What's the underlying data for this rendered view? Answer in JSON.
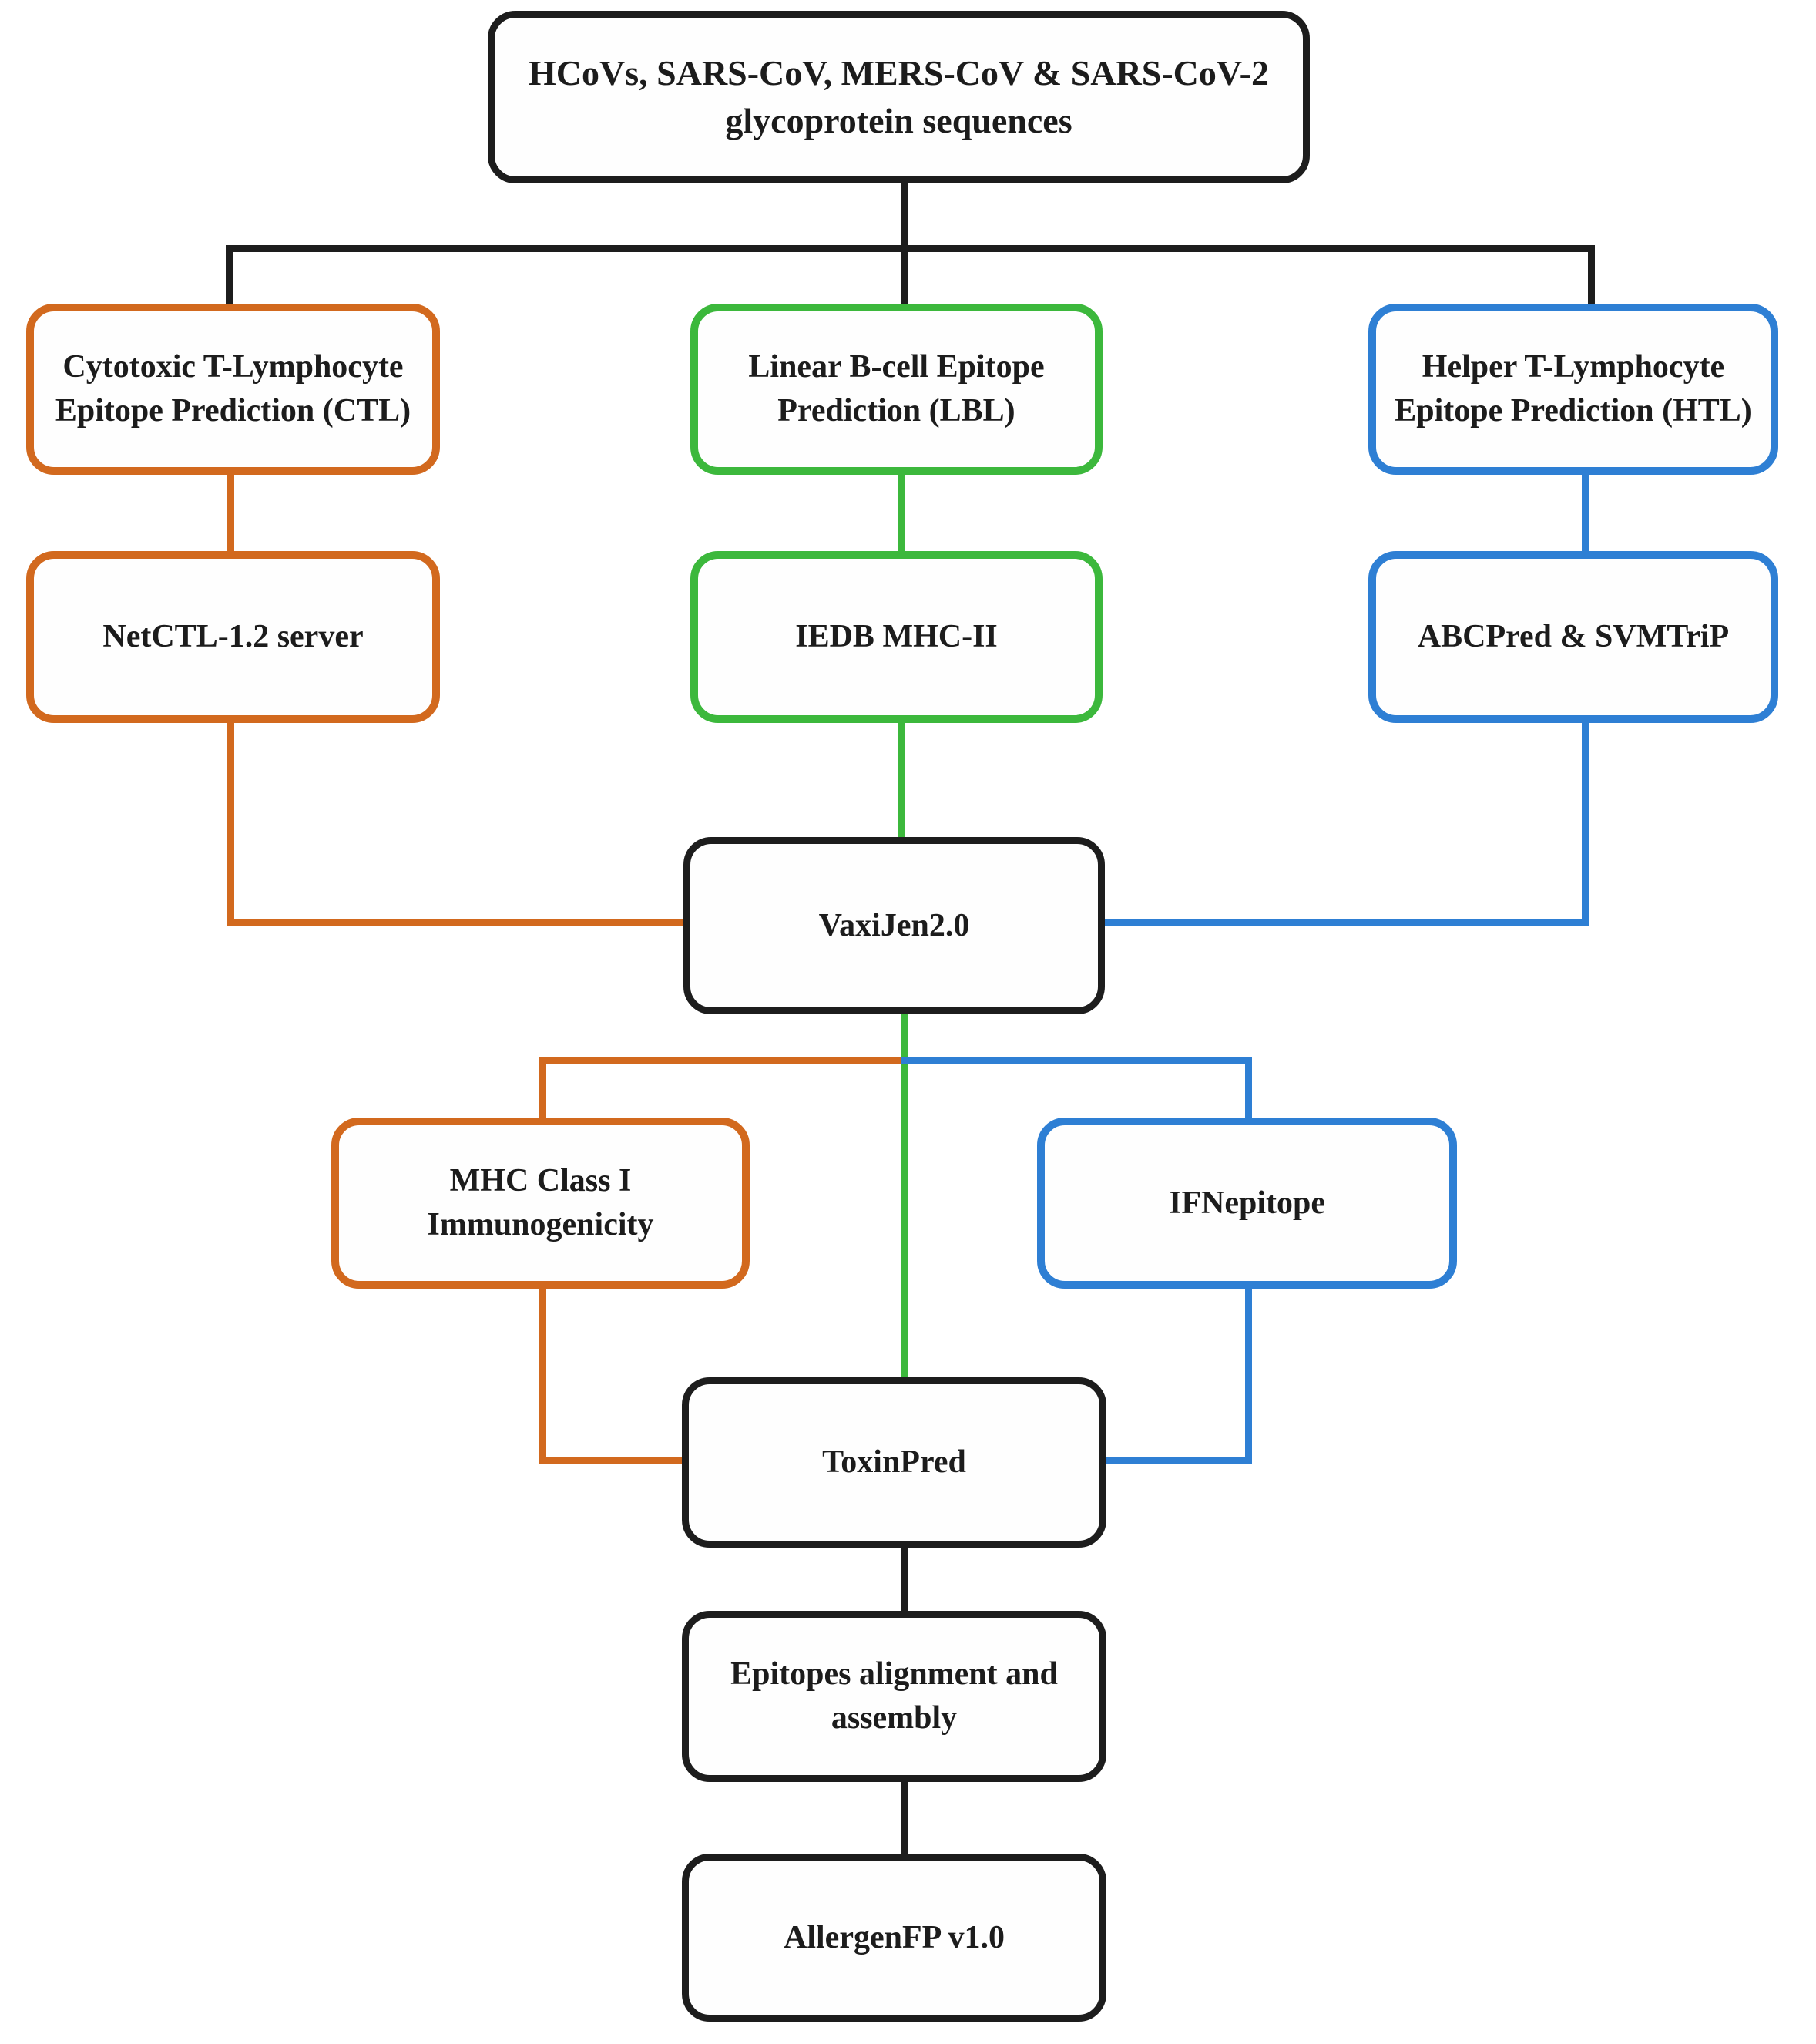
{
  "diagram_type": "flowchart",
  "colors": {
    "ctl_branch": "#d2691e",
    "lbl_branch": "#3cb83c",
    "htl_branch": "#2e7fd4",
    "neutral": "#1d1d1d",
    "background": "#ffffff"
  },
  "nodes": {
    "source": {
      "label": "HCoVs, SARS-CoV, MERS-CoV & SARS-CoV-2 glycoprotein sequences",
      "color": "#1d1d1d"
    },
    "ctl": {
      "label": "Cytotoxic T-Lymphocyte Epitope Prediction (CTL)",
      "color": "#d2691e"
    },
    "lbl": {
      "label": "Linear B-cell Epitope Prediction (LBL)",
      "color": "#3cb83c"
    },
    "htl": {
      "label": "Helper T-Lymphocyte Epitope Prediction (HTL)",
      "color": "#2e7fd4"
    },
    "netctl": {
      "label": "NetCTL-1.2 server",
      "color": "#d2691e"
    },
    "iedb": {
      "label": "IEDB MHC-II",
      "color": "#3cb83c"
    },
    "abcpred": {
      "label": "ABCPred & SVMTriP",
      "color": "#2e7fd4"
    },
    "vaxijen": {
      "label": "VaxiJen2.0",
      "color": "#1d1d1d"
    },
    "mhc": {
      "label": "MHC Class I Immunogenicity",
      "color": "#d2691e"
    },
    "ifn": {
      "label": "IFNepitope",
      "color": "#2e7fd4"
    },
    "toxinpred": {
      "label": "ToxinPred",
      "color": "#1d1d1d"
    },
    "epitopes": {
      "label": "Epitopes alignment and assembly",
      "color": "#1d1d1d"
    },
    "allergen": {
      "label": "AllergenFP v1.0",
      "color": "#1d1d1d"
    }
  },
  "edges": [
    {
      "from": "source",
      "to": "ctl",
      "color": "#1d1d1d"
    },
    {
      "from": "source",
      "to": "lbl",
      "color": "#1d1d1d"
    },
    {
      "from": "source",
      "to": "htl",
      "color": "#1d1d1d"
    },
    {
      "from": "ctl",
      "to": "netctl",
      "color": "#d2691e"
    },
    {
      "from": "lbl",
      "to": "iedb",
      "color": "#3cb83c"
    },
    {
      "from": "htl",
      "to": "abcpred",
      "color": "#2e7fd4"
    },
    {
      "from": "netctl",
      "to": "vaxijen",
      "color": "#d2691e"
    },
    {
      "from": "iedb",
      "to": "vaxijen",
      "color": "#3cb83c"
    },
    {
      "from": "abcpred",
      "to": "vaxijen",
      "color": "#2e7fd4"
    },
    {
      "from": "vaxijen",
      "to": "mhc",
      "color": "#d2691e"
    },
    {
      "from": "vaxijen",
      "to": "ifn",
      "color": "#2e7fd4"
    },
    {
      "from": "vaxijen",
      "to": "toxinpred",
      "color": "#3cb83c"
    },
    {
      "from": "mhc",
      "to": "toxinpred",
      "color": "#d2691e"
    },
    {
      "from": "ifn",
      "to": "toxinpred",
      "color": "#2e7fd4"
    },
    {
      "from": "toxinpred",
      "to": "epitopes",
      "color": "#1d1d1d"
    },
    {
      "from": "epitopes",
      "to": "allergen",
      "color": "#1d1d1d"
    }
  ]
}
